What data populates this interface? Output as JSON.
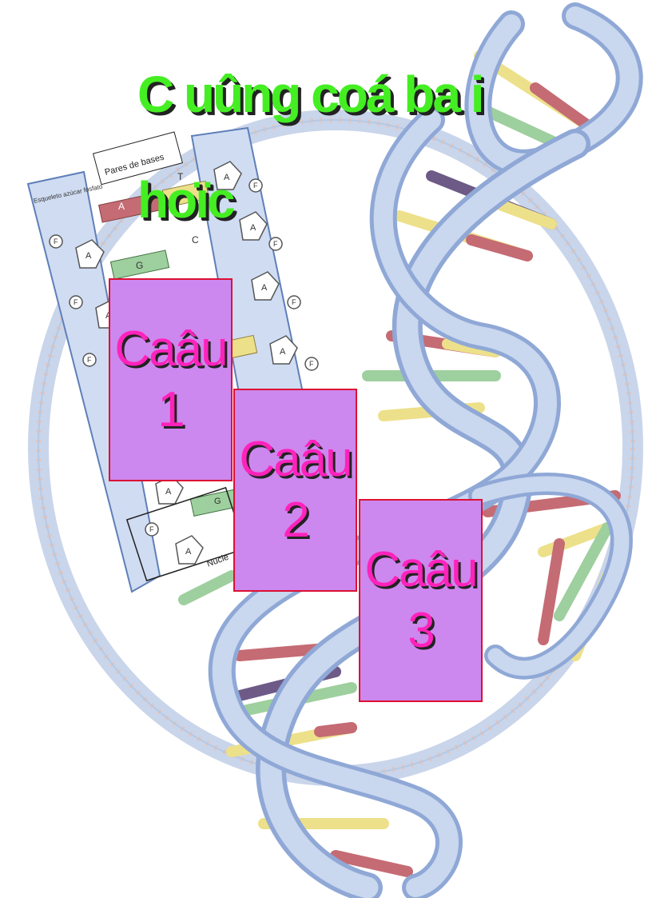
{
  "title": {
    "line1": "C uûng coá ba i",
    "line2": "hoïc"
  },
  "diagram": {
    "label_pairs": "Pares de bases",
    "label_backbone": "Esqueleto azúcar fosfato",
    "label_nucleotide": "Nucle",
    "base_a": "A",
    "base_t": "T",
    "base_g": "G",
    "base_c": "C",
    "phosphate": "F"
  },
  "cards": [
    {
      "word": "Caâu",
      "number": "1"
    },
    {
      "word": "Caâu",
      "number": "2"
    },
    {
      "word": "Caâu",
      "number": "3"
    }
  ],
  "colors": {
    "title": "#44ee22",
    "card_bg": "#cc88ee",
    "card_border": "#dd1133",
    "card_text": "#ff22bb"
  }
}
